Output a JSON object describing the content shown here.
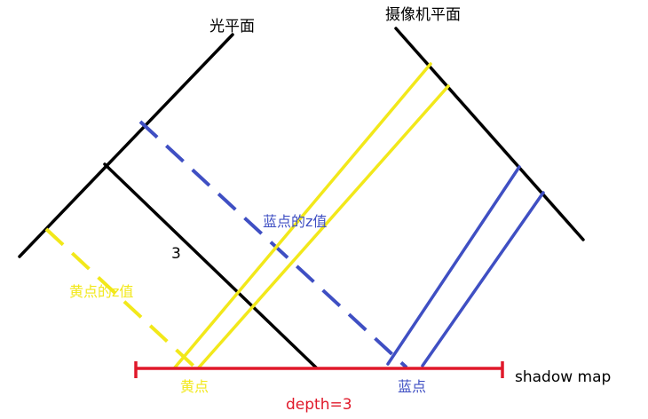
{
  "labels": {
    "light_plane": "光平面",
    "camera_plane": "摄像机平面",
    "blue_z": "蓝点的z值",
    "yellow_z": "黄点的z值",
    "number_3": "3",
    "yellow_point": "黄点",
    "blue_point": "蓝点",
    "shadow_map": "shadow map",
    "depth": "depth=3"
  },
  "colors": {
    "black": "#000000",
    "yellow": "#f2e81a",
    "blue": "#3f4fc3",
    "red": "#e0192a"
  }
}
